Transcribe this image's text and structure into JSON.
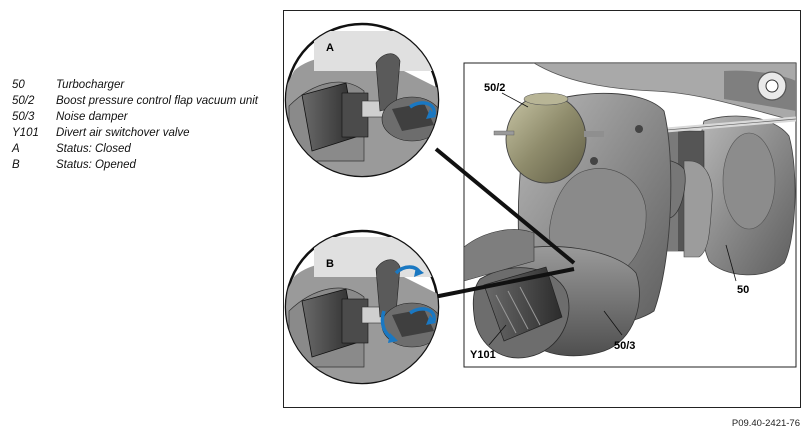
{
  "legend": [
    {
      "code": "50",
      "description": "Turbocharger"
    },
    {
      "code": "50/2",
      "description": "Boost pressure control flap vacuum unit"
    },
    {
      "code": "50/3",
      "description": "Noise damper"
    },
    {
      "code": "Y101",
      "description": "Divert air switchover valve"
    },
    {
      "code": "A",
      "description": "Status: Closed"
    },
    {
      "code": "B",
      "description": "Status: Opened"
    }
  ],
  "figure": {
    "labels": {
      "a": "A",
      "b": "B",
      "vacuum_unit": "50/2",
      "turbocharger": "50",
      "noise_damper": "50/3",
      "divert_valve": "Y101"
    },
    "reference": "P09.40-2421-76"
  }
}
